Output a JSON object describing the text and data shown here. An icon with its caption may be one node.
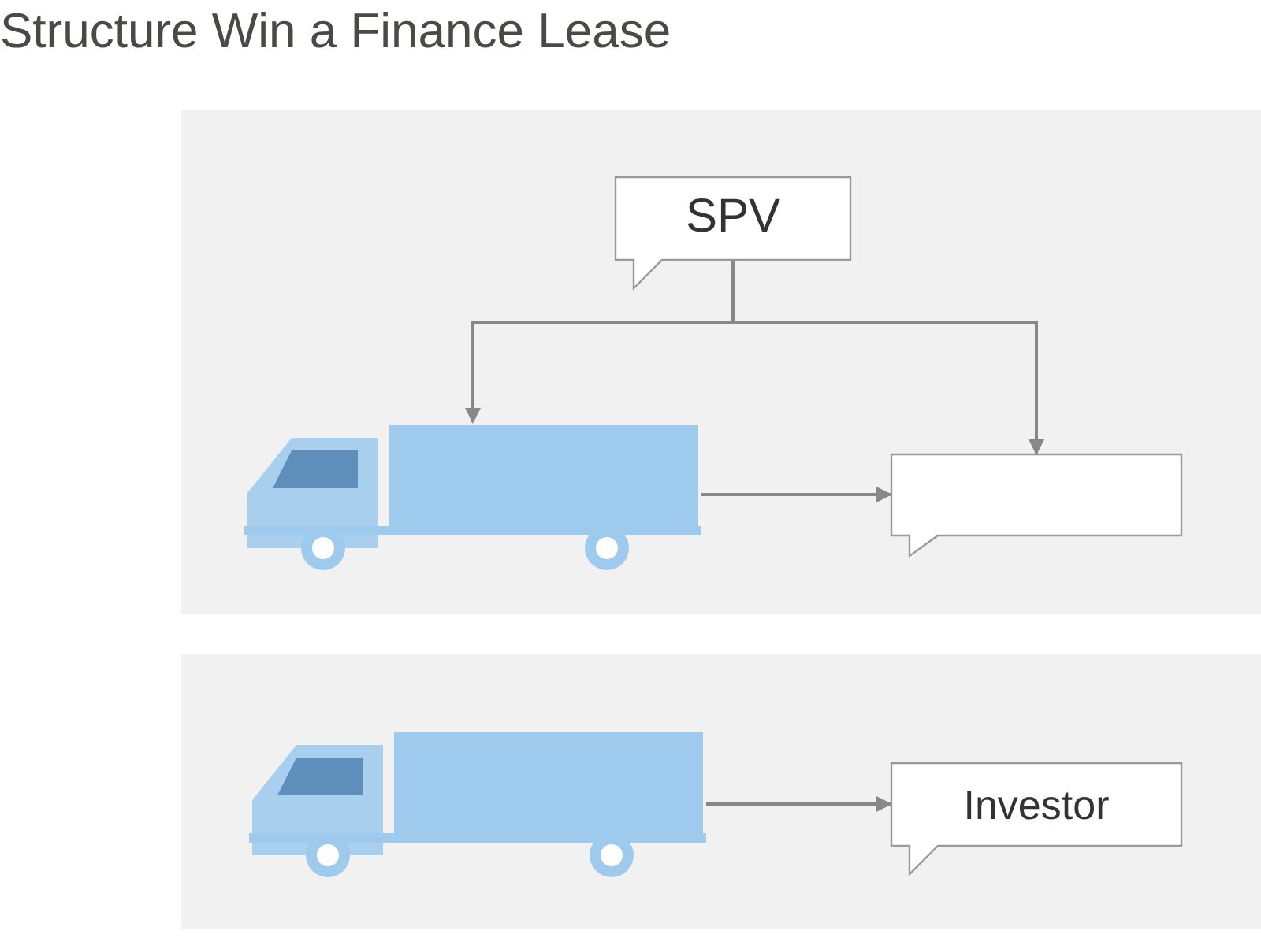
{
  "diagram": {
    "title": "Structure Win a Finance Lease",
    "nodes": [
      {
        "text": [
          "SPV"
        ]
      },
      {
        "text": [],
        "shape": "picture"
      },
      {
        "text": [],
        "shape": "box"
      },
      {
        "text": [],
        "shape": "picture"
      },
      {
        "text": [
          "Investor"
        ]
      }
    ],
    "edges": [
      {
        "from": 0,
        "to": 1,
        "arrow": "to"
      },
      {
        "from": 0,
        "to": 2,
        "arrow": "to"
      },
      {
        "from": 1,
        "to": 2,
        "arrow": "to"
      },
      {
        "from": 3,
        "to": 4,
        "arrow": "to"
      }
    ]
  }
}
